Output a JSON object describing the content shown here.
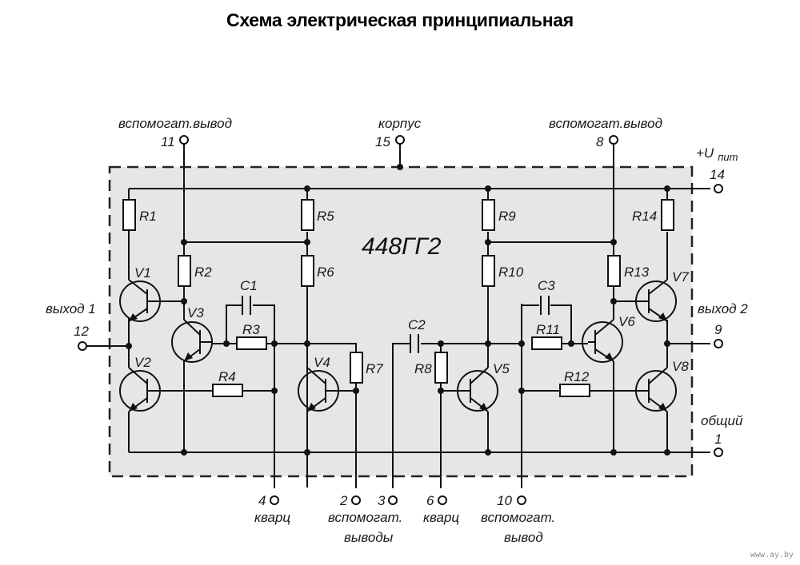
{
  "title": "Схема электрическая принципиальная",
  "chip_name": "448ГГ2",
  "watermark": "www.ay.by",
  "pins": {
    "p11": {
      "number": "11",
      "label": "вспомогат.вывод"
    },
    "p15": {
      "number": "15",
      "label": "корпус"
    },
    "p8": {
      "number": "8",
      "label": "вспомогат.вывод"
    },
    "p14": {
      "number": "14",
      "label": "+U",
      "label_sub": "пит"
    },
    "p12": {
      "number": "12",
      "label": "выход 1"
    },
    "p9": {
      "number": "9",
      "label": "выход 2"
    },
    "p1": {
      "number": "1",
      "label": "общий"
    },
    "p4": {
      "number": "4",
      "label": "кварц"
    },
    "p2": {
      "number": "2"
    },
    "p3": {
      "number": "3"
    },
    "p23_label_line1": "вспомогат.",
    "p23_label_line2": "выводы",
    "p6": {
      "number": "6",
      "label": "кварц"
    },
    "p10": {
      "number": "10",
      "label_line1": "вспомогат.",
      "label_line2": "вывод"
    }
  },
  "components": {
    "resistors": [
      "R1",
      "R2",
      "R3",
      "R4",
      "R5",
      "R6",
      "R7",
      "R8",
      "R9",
      "R10",
      "R11",
      "R12",
      "R13",
      "R14"
    ],
    "capacitors": [
      "C1",
      "C2",
      "C3"
    ],
    "transistors": [
      "V1",
      "V2",
      "V3",
      "V4",
      "V5",
      "V6",
      "V7",
      "V8"
    ]
  }
}
